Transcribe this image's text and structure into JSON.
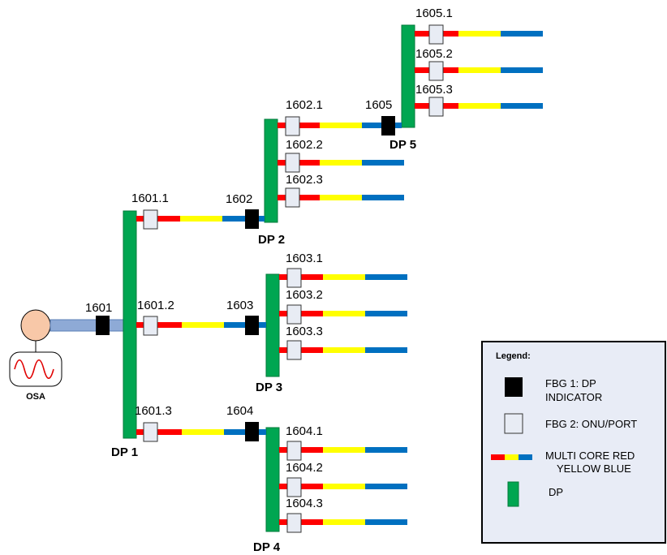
{
  "colors": {
    "red": "#ff0000",
    "yellow": "#ffff00",
    "blue": "#0070c0",
    "dp_green": "#00a651",
    "fbg1": "#000000",
    "fbg2": "#e8ecf4",
    "trunk": "#8eaad6",
    "osa_fill": "#f8c8a8",
    "legend_bg": "#e8ecf6"
  },
  "osa": {
    "label": "OSA"
  },
  "dps": {
    "dp1": "DP 1",
    "dp2": "DP 2",
    "dp3": "DP 3",
    "dp4": "DP 4",
    "dp5": "DP 5"
  },
  "fbg1_labels": {
    "n1601": "1601",
    "n1602": "1602",
    "n1603": "1603",
    "n1604": "1604",
    "n1605": "1605"
  },
  "fbg2_labels": {
    "n1601_1": "1601.1",
    "n1601_2": "1601.2",
    "n1601_3": "1601.3",
    "n1602_1": "1602.1",
    "n1602_2": "1602.2",
    "n1602_3": "1602.3",
    "n1603_1": "1603.1",
    "n1603_2": "1603.2",
    "n1603_3": "1603.3",
    "n1604_1": "1604.1",
    "n1604_2": "1604.2",
    "n1604_3": "1604.3",
    "n1605_1": "1605.1",
    "n1605_2": "1605.2",
    "n1605_3": "1605.3"
  },
  "legend": {
    "title": "Legend:",
    "fbg1_line1": "FBG 1: DP",
    "fbg1_line2": "INDICATOR",
    "fbg2": "FBG 2: ONU/PORT",
    "multicore_line1": "MULTI CORE RED",
    "multicore_line2": "YELLOW BLUE",
    "dp": "DP"
  }
}
